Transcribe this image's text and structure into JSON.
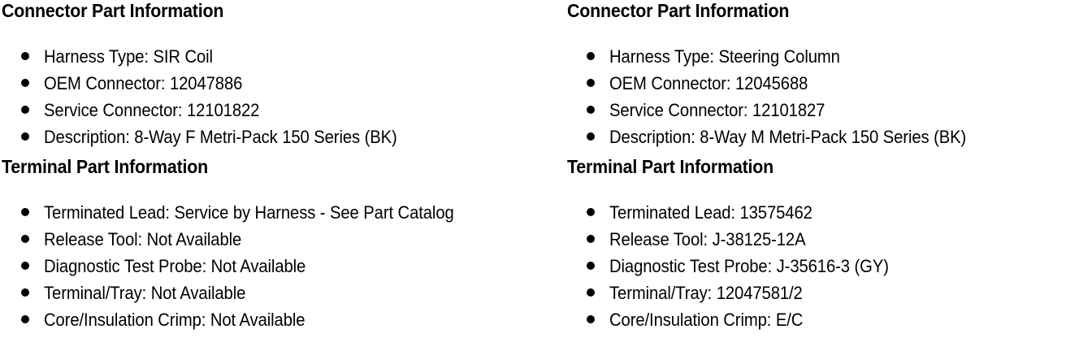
{
  "document": {
    "background_color": "#ffffff",
    "text_color": "#000000"
  },
  "columns": [
    {
      "id": "left",
      "sections": [
        {
          "id": "connector-part-information",
          "heading": "Connector Part Information",
          "items": [
            "Harness Type: SIR Coil",
            "OEM Connector: 12047886",
            "Service Connector: 12101822",
            "Description: 8-Way F Metri-Pack 150 Series (BK)"
          ]
        },
        {
          "id": "terminal-part-information",
          "heading": "Terminal Part Information",
          "items": [
            "Terminated Lead: Service by Harness - See Part Catalog",
            "Release Tool: Not Available",
            "Diagnostic Test Probe: Not Available",
            "Terminal/Tray: Not Available",
            "Core/Insulation Crimp: Not Available"
          ]
        }
      ]
    },
    {
      "id": "right",
      "sections": [
        {
          "id": "connector-part-information",
          "heading": "Connector Part Information",
          "items": [
            "Harness Type: Steering Column",
            "OEM Connector: 12045688",
            "Service Connector: 12101827",
            "Description: 8-Way M Metri-Pack 150 Series (BK)"
          ]
        },
        {
          "id": "terminal-part-information",
          "heading": "Terminal Part Information",
          "items": [
            "Terminated Lead: 13575462",
            "Release Tool: J-38125-12A",
            "Diagnostic Test Probe: J-35616-3 (GY)",
            "Terminal/Tray: 12047581/2",
            "Core/Insulation Crimp: E/C"
          ]
        }
      ]
    }
  ]
}
